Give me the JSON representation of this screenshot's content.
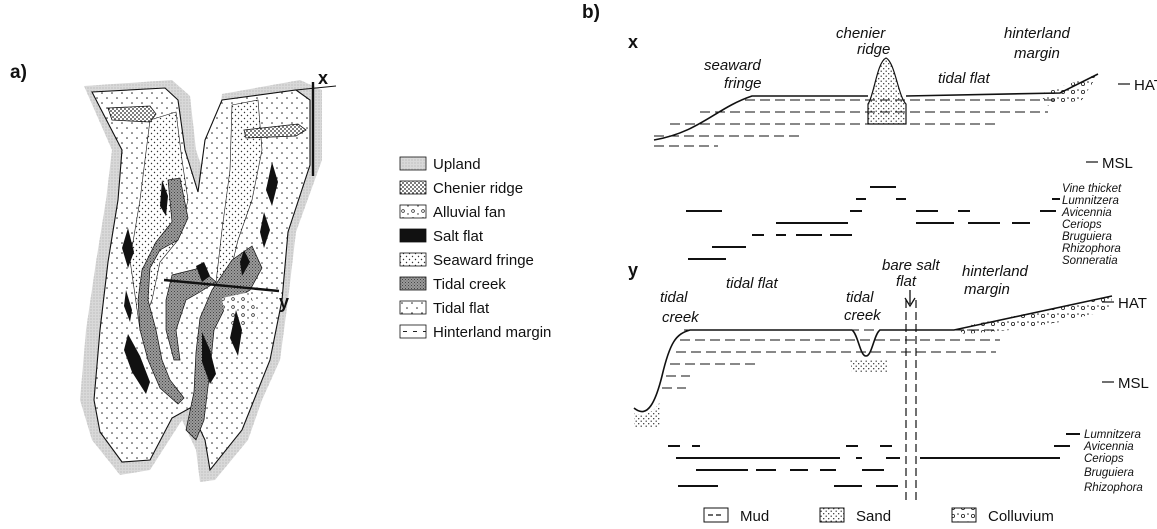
{
  "panel_a": {
    "label": "a)",
    "section_x": "x",
    "section_y": "y",
    "legend": [
      {
        "label": "Upland",
        "pattern": "upland"
      },
      {
        "label": "Chenier ridge",
        "pattern": "chenier"
      },
      {
        "label": "Alluvial fan",
        "pattern": "alluvial"
      },
      {
        "label": "Salt flat",
        "pattern": "salt"
      },
      {
        "label": "Seaward fringe",
        "pattern": "seaward"
      },
      {
        "label": "Tidal creek",
        "pattern": "creek"
      },
      {
        "label": "Tidal flat",
        "pattern": "tidal"
      },
      {
        "label": "Hinterland margin",
        "pattern": "hinter"
      }
    ]
  },
  "panel_b": {
    "label": "b)",
    "profile_x": {
      "label": "x",
      "zones": [
        "seaward",
        "fringe",
        "chenier",
        "ridge",
        "tidal flat",
        "hinterland",
        "margin"
      ],
      "levels": [
        "HAT",
        "MSL"
      ],
      "species": [
        "Vine thicket",
        "Lumnitzera",
        "Avicennia",
        "Ceriops",
        "Bruguiera",
        "Rhizophora",
        "Sonneratia"
      ]
    },
    "profile_y": {
      "label": "y",
      "zones": [
        "tidal",
        "creek",
        "tidal flat",
        "tidal",
        "creek",
        "bare salt",
        "flat",
        "hinterland",
        "margin"
      ],
      "levels": [
        "HAT",
        "MSL"
      ],
      "species": [
        "Lumnitzera",
        "Avicennia",
        "Ceriops",
        "Bruguiera",
        "Rhizophora"
      ]
    },
    "legend": [
      {
        "label": "Mud",
        "pattern": "mud"
      },
      {
        "label": "Sand",
        "pattern": "sand"
      },
      {
        "label": "Colluvium",
        "pattern": "colluvium"
      }
    ]
  }
}
